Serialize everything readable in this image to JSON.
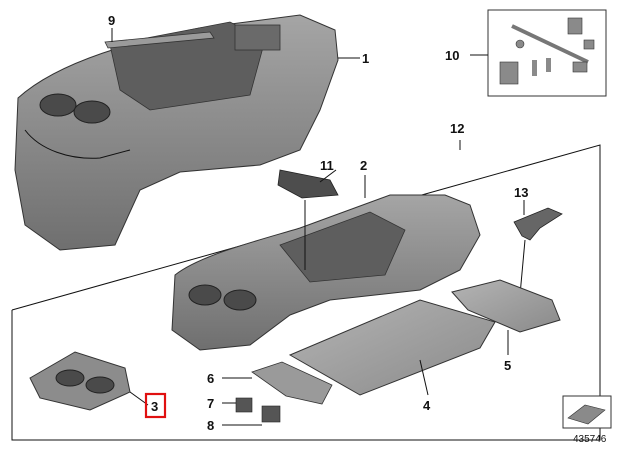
{
  "diagram": {
    "callouts": [
      "9",
      "1",
      "10",
      "12",
      "11",
      "2",
      "13",
      "5",
      "6",
      "7",
      "8",
      "3",
      "4"
    ],
    "highlighted_callout": "3",
    "highlight_color": "#e01010",
    "part_color": "#8a8a8a",
    "reference_number": "435746"
  }
}
